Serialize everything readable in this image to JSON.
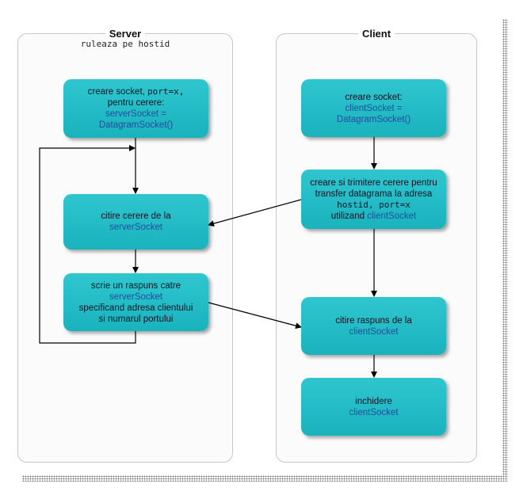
{
  "server": {
    "title": "Server",
    "subtitle": "ruleaza pe hostid",
    "box1": {
      "l1": "creare socket, ",
      "l1b": "port=x,",
      "l2": "pentru cerere:",
      "l3": "serverSocket =",
      "l4": "DatagramSocket()"
    },
    "box2": {
      "l1": "citire cerere de la",
      "l2": "serverSocket"
    },
    "box3": {
      "l1": "scrie un raspuns catre",
      "l2": "serverSocket",
      "l3": "specificand adresa clientului",
      "l4": "si numarul portului"
    }
  },
  "client": {
    "title": "Client",
    "box1": {
      "l1": "creare socket:",
      "l2": "clientSocket =",
      "l3": "DatagramSocket()"
    },
    "box2": {
      "l1": "creare si trimitere cerere pentru",
      "l2": "transfer datagrama la adresa",
      "l3": "hostid, port=x",
      "l4a": "utilizand ",
      "l4b": "clientSocket"
    },
    "box3": {
      "l1": "citire raspuns de la",
      "l2": "clientSocket"
    },
    "box4": {
      "l1": "inchidere",
      "l2": "clientSocket"
    }
  },
  "colors": {
    "box": "#1fb8c2",
    "keyword": "#1d4e9c",
    "lane_border": "#c6c6c6"
  }
}
